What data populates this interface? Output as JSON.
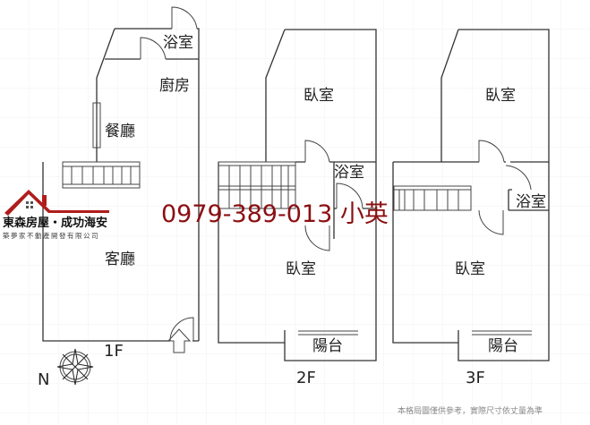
{
  "floors": {
    "f1": {
      "label": "1F",
      "rooms": {
        "bath": "浴室",
        "kitchen": "廚房",
        "dining": "餐廳",
        "living": "客廳"
      }
    },
    "f2": {
      "label": "2F",
      "rooms": {
        "bedroom_top": "臥室",
        "bath": "浴室",
        "bedroom_bottom": "臥室",
        "balcony": "陽台"
      }
    },
    "f3": {
      "label": "3F",
      "rooms": {
        "bedroom_top": "臥室",
        "bath": "浴室",
        "bedroom_bottom": "臥室",
        "balcony": "陽台"
      }
    }
  },
  "compass": {
    "north": "N"
  },
  "contact": {
    "phone": "0979-389-013 小英"
  },
  "logo": {
    "name": "東森房屋・成功海安",
    "company": "築夢家不動產開發有限公司",
    "brand_color": "#b01c1c"
  },
  "disclaimer": "本格局圖僅供參考，實際尺寸依丈量為準"
}
